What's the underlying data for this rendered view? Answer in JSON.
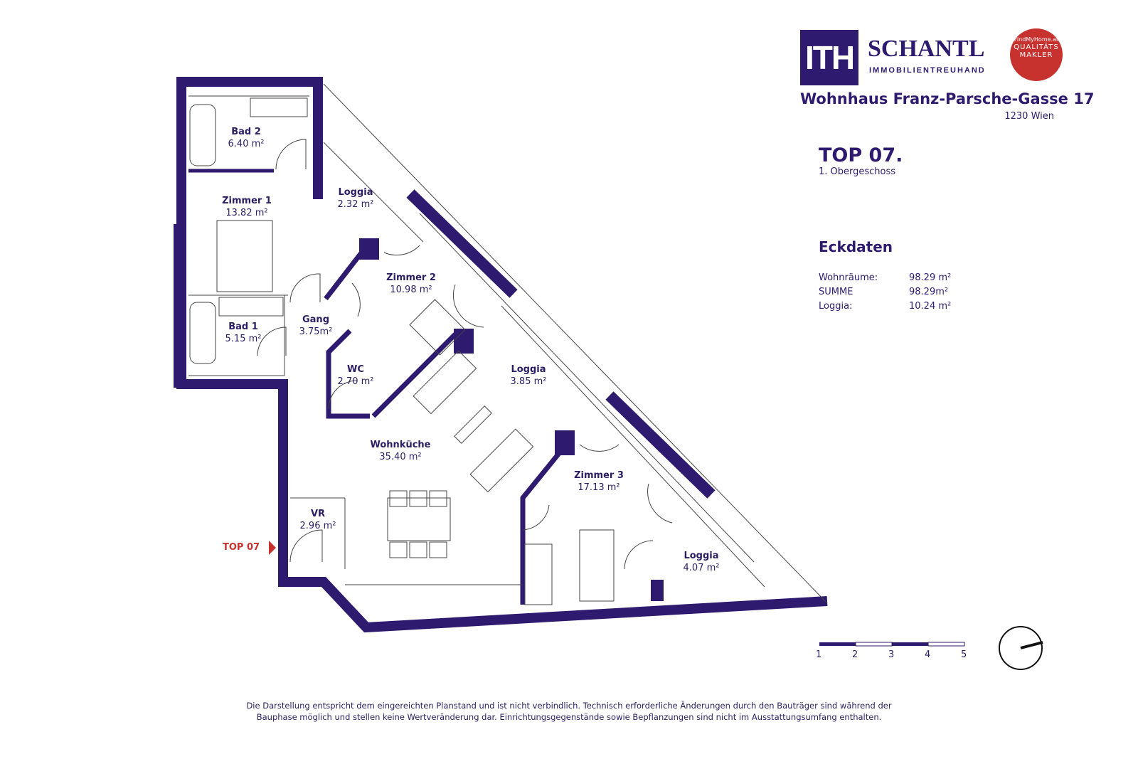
{
  "brand": {
    "logo_mark": "ITH",
    "name": "SCHANTL",
    "subtitle": "IMMOBILIENTREUHAND",
    "seal": {
      "line1": "FindMyHome.at",
      "line2": "QUALITÄTS",
      "line3": "MAKLER"
    }
  },
  "project": {
    "title": "Wohnhaus Franz-Parsche-Gasse 17",
    "city": "1230 Wien"
  },
  "unit": {
    "top": "TOP 07.",
    "floor": "1. Obergeschoss",
    "entry_label": "TOP 07"
  },
  "eckdaten": {
    "heading": "Eckdaten",
    "rows": [
      {
        "label": "Wohnräume:",
        "value": "98.29 m²"
      },
      {
        "label": "SUMME",
        "value": "98.29m²"
      },
      {
        "label": "Loggia:",
        "value": "10.24 m²"
      }
    ]
  },
  "rooms": [
    {
      "name": "Bad 2",
      "area": "6.40 m²"
    },
    {
      "name": "Zimmer 1",
      "area": "13.82 m²"
    },
    {
      "name": "Loggia",
      "area": "2.32 m²"
    },
    {
      "name": "Zimmer 2",
      "area": "10.98 m²"
    },
    {
      "name": "Bad 1",
      "area": "5.15 m²"
    },
    {
      "name": "Gang",
      "area": "3.75m²"
    },
    {
      "name": "WC",
      "area": "2.70 m²"
    },
    {
      "name": "Loggia",
      "area": "3.85 m²"
    },
    {
      "name": "Wohnküche",
      "area": "35.40 m²"
    },
    {
      "name": "Zimmer 3",
      "area": "17.13 m²"
    },
    {
      "name": "VR",
      "area": "2.96 m²"
    },
    {
      "name": "Loggia",
      "area": "4.07 m²"
    }
  ],
  "scale": {
    "ticks": [
      "1",
      "2",
      "3",
      "4",
      "5"
    ]
  },
  "colors": {
    "wall": "#2e1a6e",
    "accent": "#c8322e"
  },
  "disclaimer": [
    "Die Darstellung entspricht dem eingereichten Planstand und ist nicht verbindlich. Technisch erforderliche Änderungen durch den Bauträger sind während der",
    "Bauphase möglich und stellen keine Wertveränderung dar. Einrichtungsgegenstände sowie Bepflanzungen sind nicht im Ausstattungsumfang enthalten."
  ]
}
